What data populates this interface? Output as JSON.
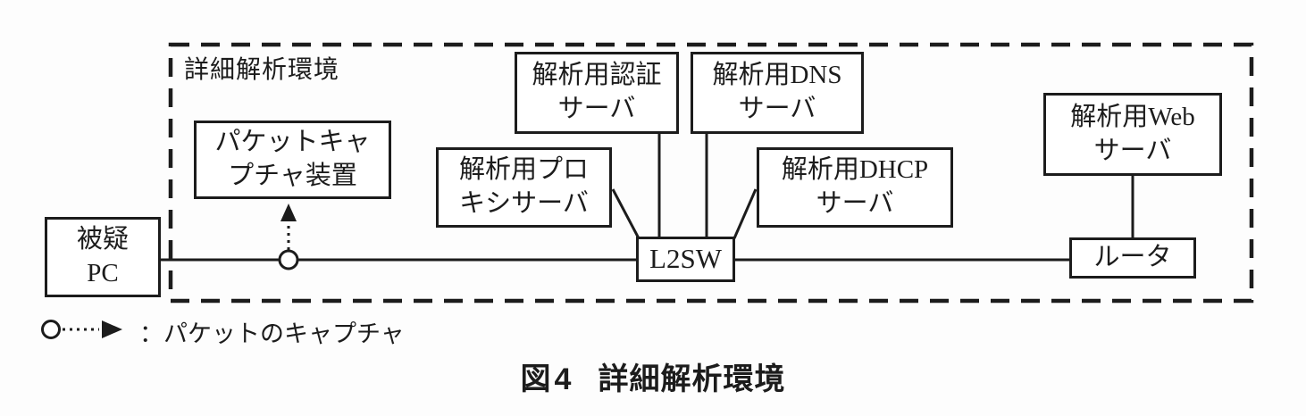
{
  "figure": {
    "area_label": "詳細解析環境",
    "caption": {
      "number": "図4",
      "title": "詳細解析環境"
    }
  },
  "nodes": {
    "suspected_pc": {
      "lines": [
        "被疑",
        "PC"
      ]
    },
    "packet_capture": {
      "lines": [
        "パケットキャ",
        "プチャ装置"
      ]
    },
    "proxy": {
      "lines": [
        "解析用プロ",
        "キシサーバ"
      ]
    },
    "auth": {
      "lines": [
        "解析用認証",
        "サーバ"
      ]
    },
    "dns": {
      "lines": [
        "解析用DNS",
        "サーバ"
      ]
    },
    "dhcp": {
      "lines": [
        "解析用DHCP",
        "サーバ"
      ]
    },
    "web": {
      "lines": [
        "解析用Web",
        "サーバ"
      ]
    },
    "l2sw": {
      "label": "L2SW"
    },
    "router": {
      "label": "ルータ"
    }
  },
  "edges": [
    {
      "from": "suspected-pc",
      "to": "l2sw",
      "type": "lan"
    },
    {
      "from": "l2sw",
      "to": "router",
      "type": "lan"
    },
    {
      "from": "proxy-server",
      "to": "l2sw",
      "type": "lan"
    },
    {
      "from": "auth-server",
      "to": "l2sw",
      "type": "lan"
    },
    {
      "from": "dns-server",
      "to": "l2sw",
      "type": "lan"
    },
    {
      "from": "dhcp-server",
      "to": "l2sw",
      "type": "lan"
    },
    {
      "from": "web-server",
      "to": "router",
      "type": "lan"
    },
    {
      "from": "capture-tap",
      "to": "packet-capture-device",
      "type": "capture"
    }
  ],
  "legend": {
    "symbol": "circle-dotted-arrow",
    "label": "：パケットのキャプチャ"
  },
  "colors": {
    "ink": "#1c1c1c",
    "paper": "#fdfdfd"
  }
}
